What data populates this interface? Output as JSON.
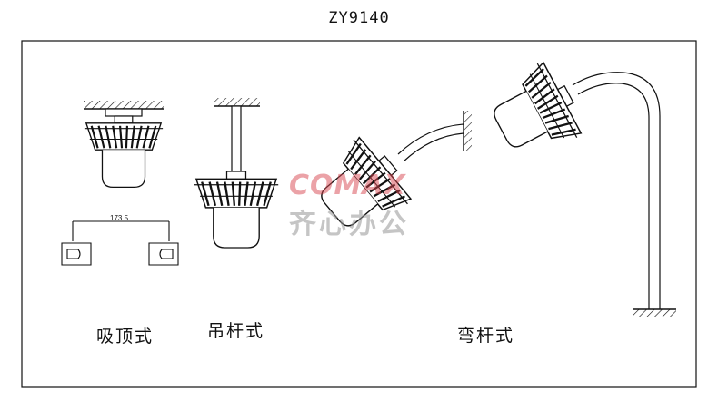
{
  "title": "ZY9140",
  "dimension_label": "173.5",
  "captions": {
    "ceiling": "吸顶式",
    "pendant": "吊杆式",
    "bent_pole": "弯杆式"
  },
  "watermark": {
    "brand": "COMAX",
    "chinese": "齐心办公"
  },
  "colors": {
    "line": "#111111",
    "watermark_red": "#d84650",
    "watermark_gray": "#969696"
  }
}
